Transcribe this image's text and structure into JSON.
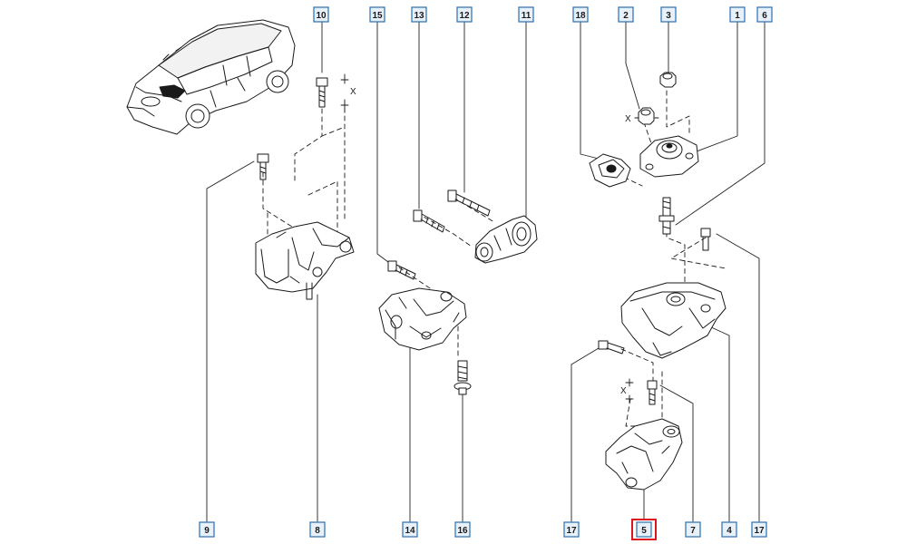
{
  "colors": {
    "ink": "#1a1a1a",
    "callout_border": "#2a6fb0",
    "callout_fill": "#e8f1fa",
    "callout_text": "#1a1a1a",
    "highlight": "#e0141e",
    "leader": "#222222"
  },
  "dimension_label": "X",
  "callouts": {
    "c10_top": "10",
    "c15_top": "15",
    "c13_top": "13",
    "c12_top": "12",
    "c11_top": "11",
    "c18_top": "18",
    "c2_top": "2",
    "c3_top": "3",
    "c1_top": "1",
    "c6_top": "6",
    "c9_bottom": "9",
    "c8_bottom": "8",
    "c14_bottom": "14",
    "c16_bottom": "16",
    "c17_bottom_left": "17",
    "c5_bottom_selected": "5",
    "c7_bottom": "7",
    "c4_bottom": "4",
    "c17_bottom_right": "17"
  },
  "selected_callout": "5"
}
